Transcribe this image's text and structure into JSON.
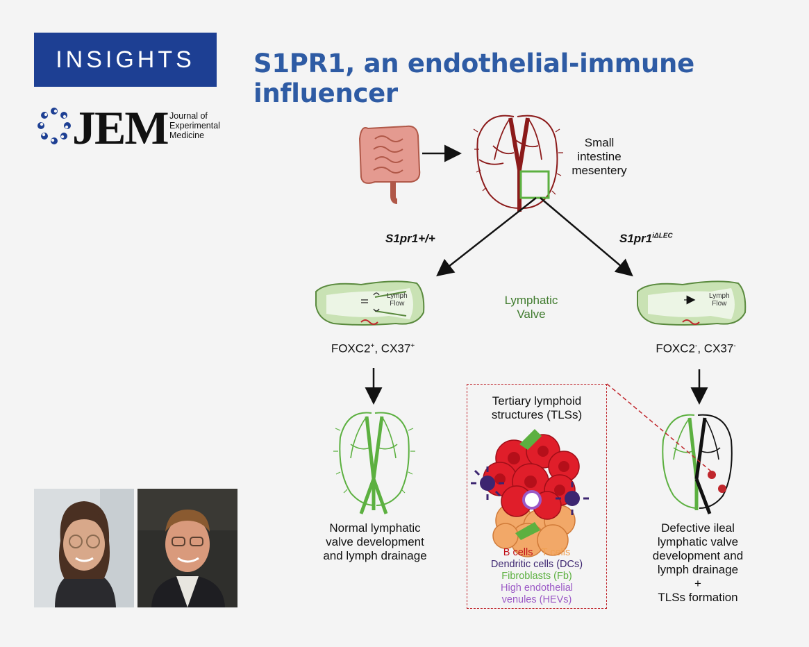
{
  "badge": "INSIGHTS",
  "title": "S1PR1, an endothelial-immune influencer",
  "journal": {
    "logo_text": "JEM",
    "line1": "Journal of",
    "line2": "Experimental",
    "line3": "Medicine"
  },
  "labels": {
    "mesentery_l1": "Small",
    "mesentery_l2": "intestine",
    "mesentery_l3": "mesentery",
    "wt_genotype": "S1pr1+/+",
    "ko_genotype": "S1pr1",
    "ko_genotype_sup": "iΔLEC",
    "valve_l1": "Lymphatic",
    "valve_l2": "Valve",
    "lymph": "Lymph",
    "flow": "Flow",
    "wt_marker": "FOXC2",
    "wt_marker_sup": "+",
    "wt_marker2": ", CX37",
    "wt_marker2_sup": "+",
    "ko_marker": "FOXC2",
    "ko_marker_sup": "-",
    "ko_marker2": ", CX37",
    "ko_marker2_sup": "-",
    "wt_outcome_l1": "Normal lymphatic",
    "wt_outcome_l2": "valve development",
    "wt_outcome_l3": "and lymph drainage",
    "ko_outcome_l1": "Defective ileal",
    "ko_outcome_l2": "lymphatic valve",
    "ko_outcome_l3": "development and",
    "ko_outcome_l4": "lymph drainage",
    "ko_outcome_l5": "+",
    "ko_outcome_l6": "TLSs formation"
  },
  "tls": {
    "title_l1": "Tertiary lymphoid",
    "title_l2": "structures (TLSs)",
    "b_cells": "B cells",
    "t_cells": "T cells",
    "dcs": "Dendritic cells (DCs)",
    "fb": "Fibroblasts (Fb)",
    "hev_l1": "High endothelial",
    "hev_l2": "venules (HEVs)"
  },
  "colors": {
    "badge_bg": "#1d3f93",
    "title": "#2e5ba4",
    "lymph_green": "#5cb040",
    "vessel_red": "#8b1a1a",
    "b_cells": "#c0101a",
    "t_cells": "#f0a050",
    "dcs": "#3c2570",
    "fb": "#5cb040",
    "hev": "#9b59c6",
    "valve_label": "#3e7a2c"
  }
}
